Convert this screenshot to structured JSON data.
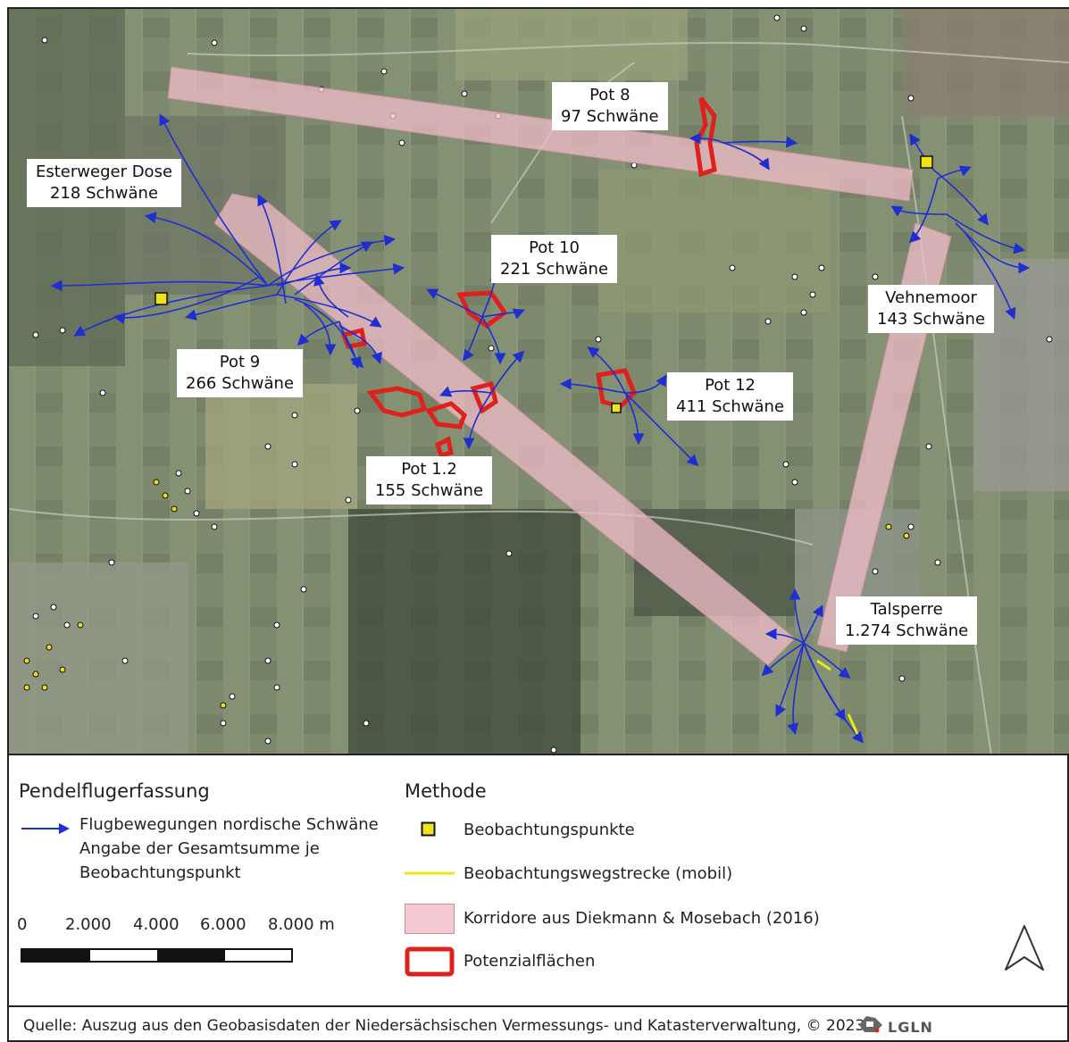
{
  "labels": {
    "esterweger": {
      "name": "Esterweger Dose",
      "count": "218 Schwäne"
    },
    "pot8": {
      "name": "Pot 8",
      "count": "97 Schwäne"
    },
    "pot10": {
      "name": "Pot 10",
      "count": "221 Schwäne"
    },
    "vehnemoor": {
      "name": "Vehnemoor",
      "count": "143 Schwäne"
    },
    "pot9": {
      "name": "Pot 9",
      "count": "266 Schwäne"
    },
    "pot12": {
      "name": "Pot 12",
      "count": "411 Schwäne"
    },
    "pot12b": {
      "name": "Pot 1.2",
      "count": "155 Schwäne"
    },
    "talsperre": {
      "name": "Talsperre",
      "count": "1.274 Schwäne"
    }
  },
  "legend": {
    "left_title": "Pendelflugerfassung",
    "left_item_line1": "Flugbewegungen nordische Schwäne",
    "left_item_line2": "Angabe der Gesamtsumme je",
    "left_item_line3": "Beobachtungspunkt",
    "right_title": "Methode",
    "item_points": "Beobachtungspunkte",
    "item_route": "Beobachtungswegstrecke (mobil)",
    "item_corridor": "Korridore aus Diekmann & Mosebach (2016)",
    "item_potential": "Potenzialflächen"
  },
  "scalebar": {
    "ticks": [
      "0",
      "2.000",
      "4.000",
      "6.000",
      "8.000 m"
    ]
  },
  "footer": {
    "source": "Quelle: Auszug aus den Geobasisdaten der Niedersächsischen Vermessungs- und Katasterverwaltung, © 2023",
    "logo_text": "LGLN"
  },
  "colors": {
    "flight": "#1f2ed1",
    "corridor": "#f0bcc8",
    "potential": "#e0201c",
    "point": "#f2e318",
    "route": "#e8e815"
  },
  "icons": {
    "north_arrow": "north-arrow-icon",
    "logo": "lgln-logo-icon"
  }
}
